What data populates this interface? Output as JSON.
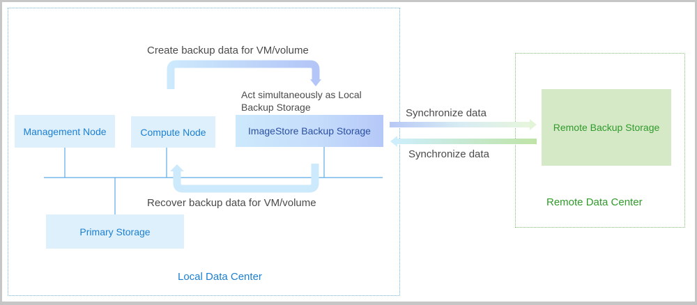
{
  "regions": {
    "local": {
      "label": "Local Data Center"
    },
    "remote": {
      "label": "Remote Data Center"
    }
  },
  "nodes": {
    "management": "Management Node",
    "compute": "Compute Node",
    "imagestore": "ImageStore Backup Storage",
    "primary": "Primary Storage",
    "remote_backup": "Remote Backup Storage"
  },
  "annotations": {
    "create": "Create backup data for VM/volume",
    "recover": "Recover backup data for VM/volume",
    "act_as_local": "Act simultaneously as Local Backup Storage",
    "sync_out": "Synchronize data",
    "sync_in": "Synchronize data"
  },
  "colors": {
    "local_accent": "#1b7fd1",
    "remote_accent": "#2f9a2a",
    "node_fill": "#dff0fd",
    "remote_fill": "#d5e9c7"
  }
}
